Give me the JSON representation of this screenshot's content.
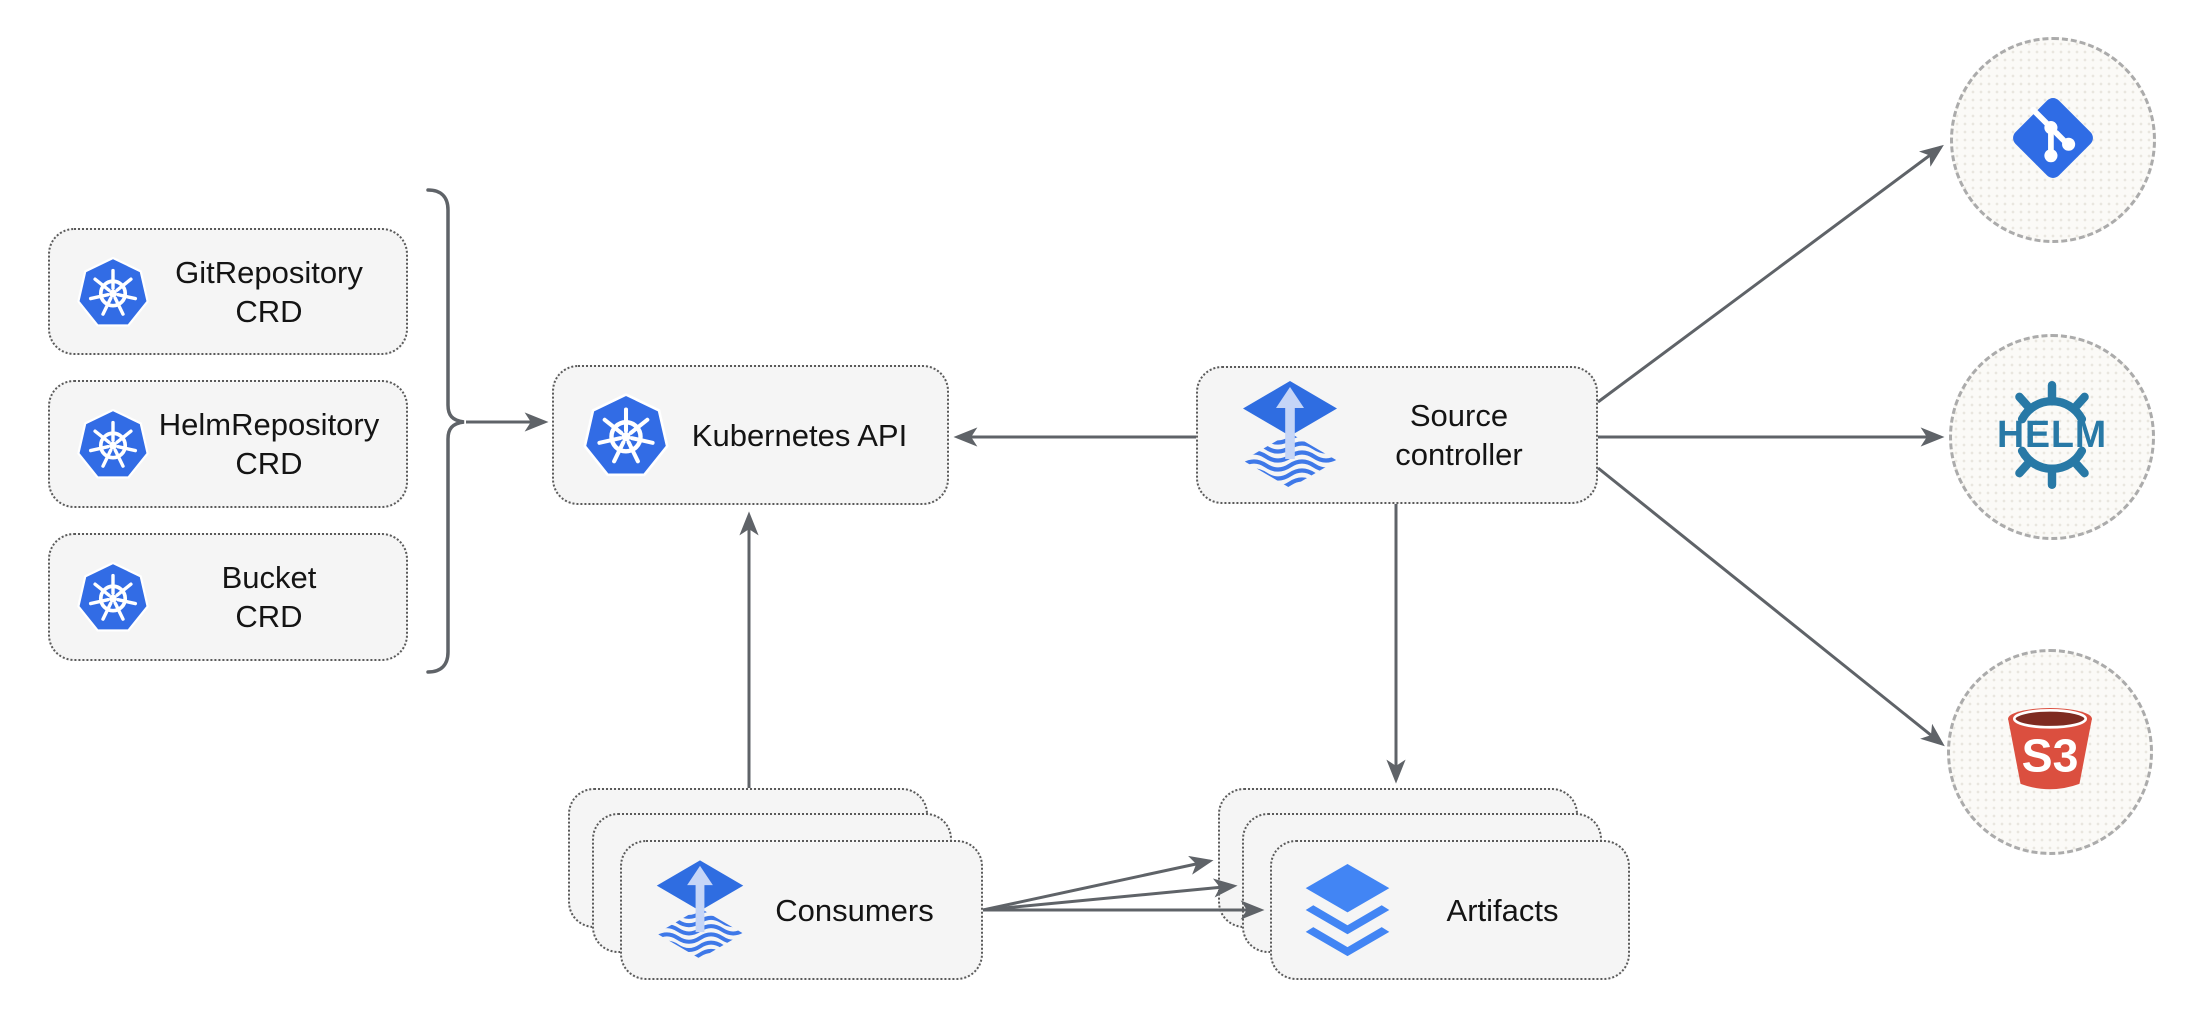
{
  "diagram": {
    "crd_boxes": [
      {
        "line1": "GitRepository",
        "line2": "CRD",
        "icon": "kubernetes-icon"
      },
      {
        "line1": "HelmRepository",
        "line2": "CRD",
        "icon": "kubernetes-icon"
      },
      {
        "line1": "Bucket",
        "line2": "CRD",
        "icon": "kubernetes-icon"
      }
    ],
    "kubernetes_api": {
      "label": "Kubernetes API",
      "icon": "kubernetes-icon"
    },
    "source_controller": {
      "line1": "Source",
      "line2": "controller",
      "icon": "flux-icon"
    },
    "consumers": {
      "label": "Consumers",
      "icon": "flux-icon"
    },
    "artifacts": {
      "label": "Artifacts",
      "icon": "layers-icon"
    },
    "external_sources": [
      {
        "name": "git-repository",
        "icon": "git-icon"
      },
      {
        "name": "helm-repository",
        "icon": "helm-icon",
        "label": "HELM"
      },
      {
        "name": "s3-bucket",
        "icon": "s3-bucket-icon",
        "label": "S3"
      }
    ],
    "colors": {
      "kubernetes_blue": "#326CE5",
      "flux_blue": "#2F6DE1",
      "flux_arrow_light": "#C5D5F7",
      "git_blue": "#2F6CE5",
      "helm_teal": "#2879A6",
      "s3_red": "#DB4F3F",
      "s3_dark": "#7E2B21",
      "layers_blue": "#4285F4",
      "connector_gray": "#5F6368",
      "node_fill": "#F5F5F5",
      "node_border": "#5A5A5A",
      "circle_fill": "#FBFAF7",
      "circle_border": "#ABABAB"
    }
  }
}
